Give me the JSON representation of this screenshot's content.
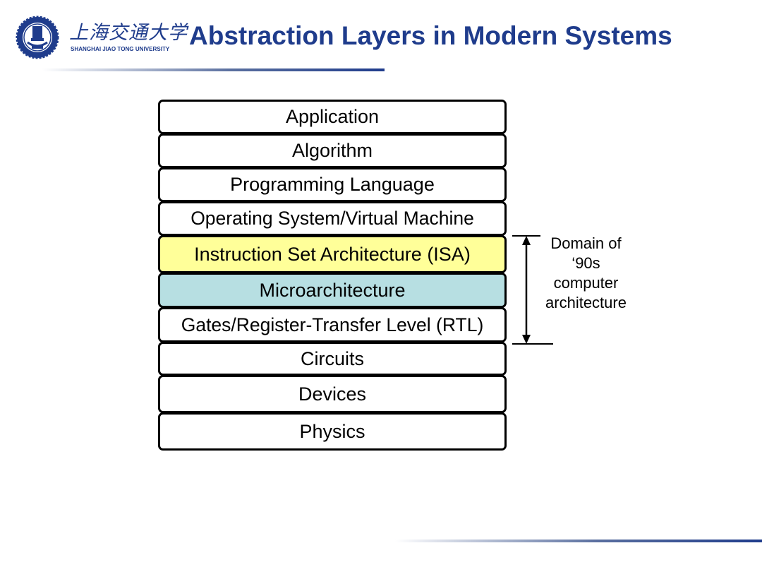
{
  "header": {
    "logo_cn": "上海交通大学",
    "logo_en": "SHANGHAI JIAO TONG UNIVERSITY",
    "title": "Abstraction Layers in Modern Systems"
  },
  "colors": {
    "title": "#1f3c8c",
    "isa_fill": "#ffff99",
    "micro_fill": "#b7dfe2",
    "layer_fill": "#ffffff",
    "border": "#000000"
  },
  "layers": [
    {
      "label": "Application"
    },
    {
      "label": "Algorithm"
    },
    {
      "label": "Programming Language"
    },
    {
      "label": "Operating System/Virtual Machine"
    },
    {
      "label": "Instruction Set Architecture (ISA)"
    },
    {
      "label": "Microarchitecture"
    },
    {
      "label": "Gates/Register-Transfer Level (RTL)"
    },
    {
      "label": "Circuits"
    },
    {
      "label": "Devices"
    },
    {
      "label": "Physics"
    }
  ],
  "domain": {
    "lines": [
      "Domain of",
      "‘90s",
      "computer",
      "architecture"
    ]
  }
}
